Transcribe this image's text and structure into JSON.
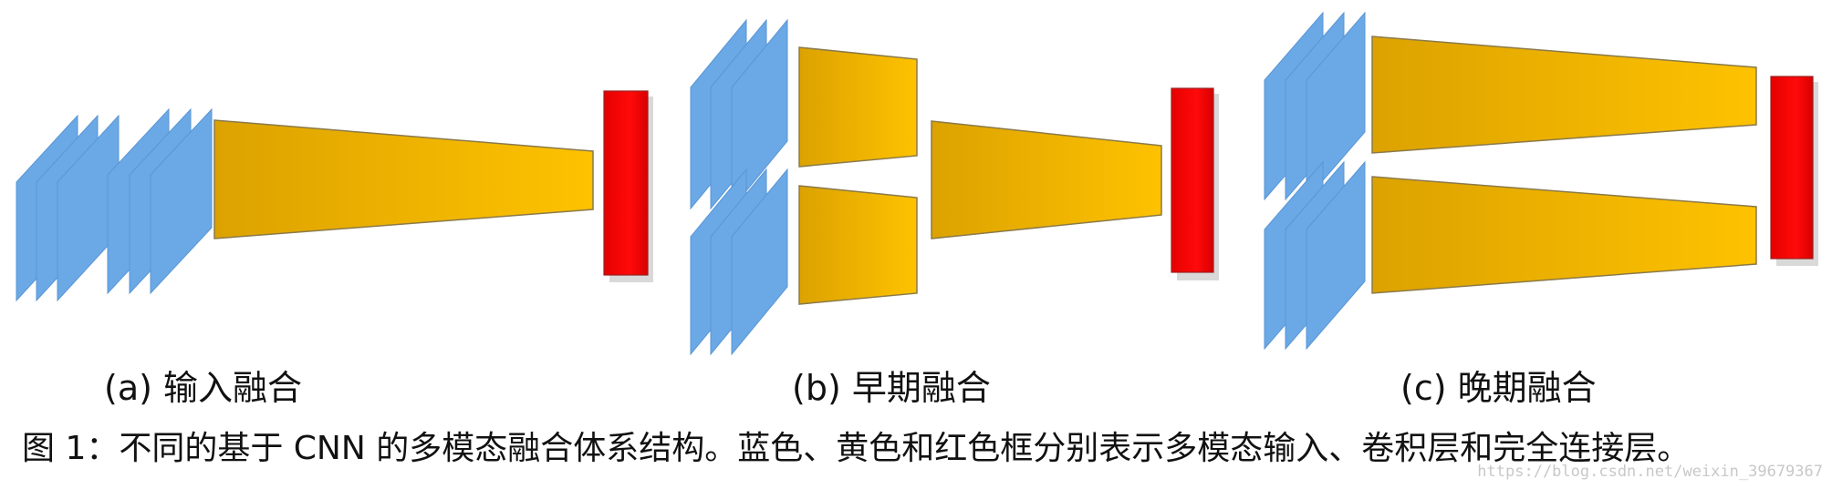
{
  "panels": [
    {
      "id": "a",
      "label": "(a) 输入融合"
    },
    {
      "id": "b",
      "label": "(b) 早期融合"
    },
    {
      "id": "c",
      "label": "(c) 晚期融合"
    }
  ],
  "caption": "图 1：不同的基于 CNN 的多模态融合体系结构。蓝色、黄色和红色框分别表示多模态输入、卷积层和完全连接层。",
  "watermark": "https://blog.csdn.net/weixin_39679367",
  "colors": {
    "input_blue": "#6aa8e6",
    "conv_yellow_dark": "#dca200",
    "conv_yellow_light": "#fec200",
    "fc_red": "#e80000",
    "shadow": "#d9d9d9"
  }
}
